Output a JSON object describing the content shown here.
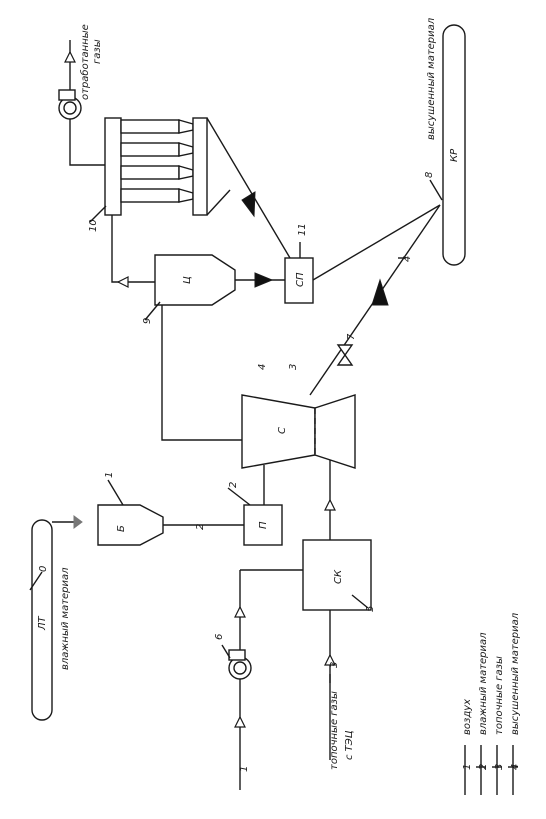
{
  "equipment": {
    "wet_conveyor": "ЛТ",
    "bunker": "Б",
    "feeder": "П",
    "dryer": "С",
    "mixing_chamber": "СК",
    "cyclone": "Ц",
    "collector": "СП",
    "dry_conveyor": "КР"
  },
  "streams": {
    "wet_material": "влажный материал",
    "dried_material": "высушенный материал",
    "exhaust_gases_line1": "отработанные",
    "exhaust_gases_line2": "газы",
    "flue_gases_line1": "топочные газы",
    "flue_gases_line2": "с ТЭЦ"
  },
  "stream_codes": {
    "air": "1",
    "wet": "2",
    "flue": "3",
    "dried": "4"
  },
  "positions": {
    "p0": "0",
    "p1": "1",
    "p2": "2",
    "p3": "3",
    "p4": "4",
    "p5": "5",
    "p6": "6",
    "p7": "7",
    "p8": "8",
    "p9": "9",
    "p10": "10",
    "p11": "11"
  },
  "legend": [
    {
      "code": "1",
      "label": "воздух"
    },
    {
      "code": "2",
      "label": "влажный материал"
    },
    {
      "code": "3",
      "label": "топочные газы"
    },
    {
      "code": "4",
      "label": "высушенный материал"
    }
  ]
}
